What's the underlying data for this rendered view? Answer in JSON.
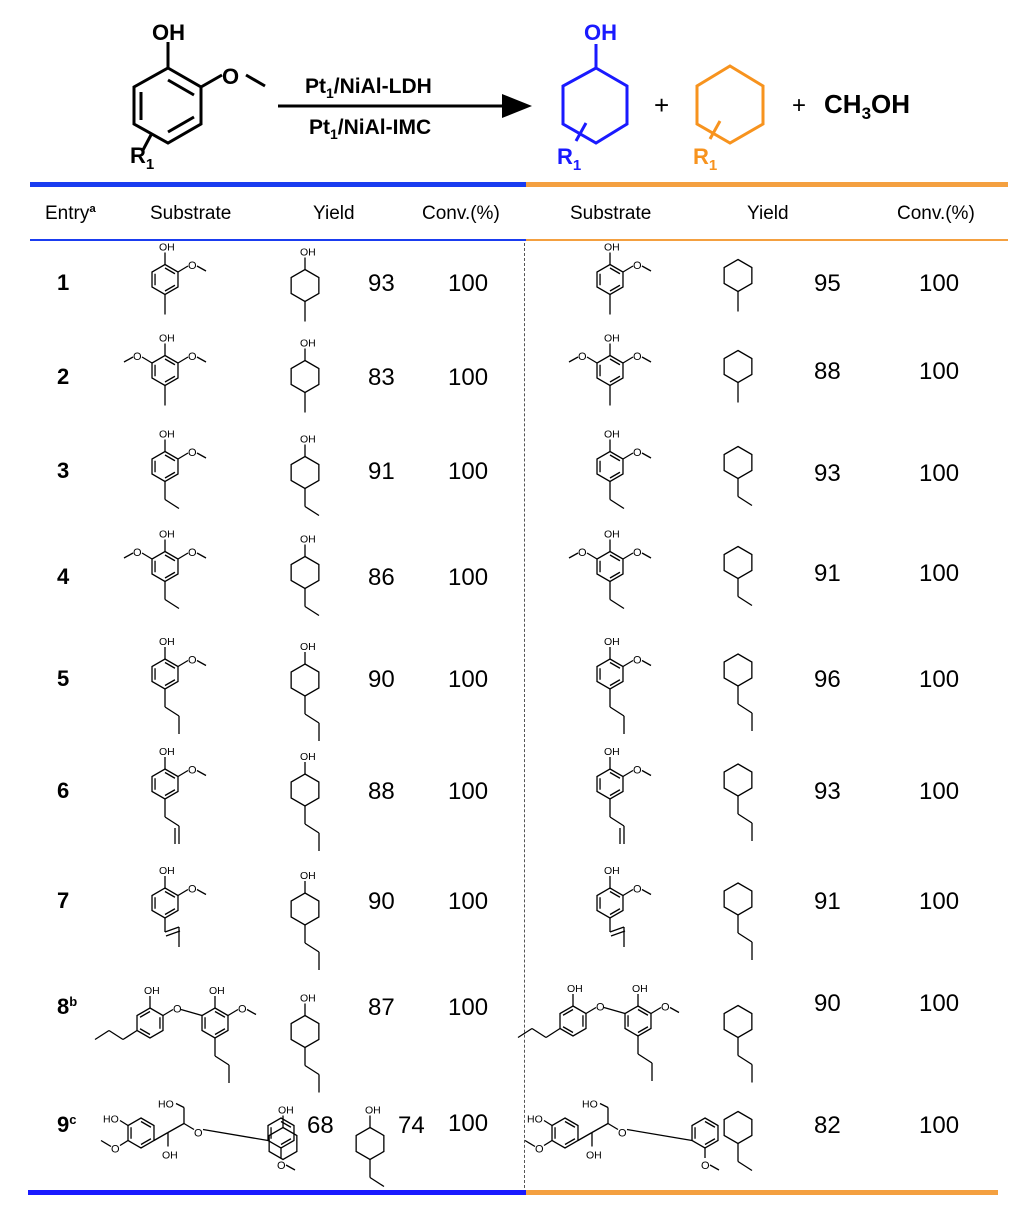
{
  "scheme": {
    "reactant": {
      "label_oh": "OH",
      "label_r": "R",
      "label_r_sub": "1"
    },
    "catalyst_1": {
      "prefix": "Pt",
      "sub": "1",
      "suffix": "/NiAl-LDH"
    },
    "catalyst_2": {
      "prefix": "Pt",
      "sub": "1",
      "suffix": "/NiAl-IMC"
    },
    "product_1": {
      "label_oh": "OH",
      "label_r": "R",
      "label_r_sub": "1",
      "color": "#1a1aff"
    },
    "product_2": {
      "label_r": "R",
      "label_r_sub": "1",
      "color": "#f7931e"
    },
    "plus": "+",
    "byproduct": {
      "prefix": "CH",
      "sub": "3",
      "suffix": "OH"
    }
  },
  "colors": {
    "left_rule": "#1a3cf0",
    "right_rule": "#f4a040"
  },
  "table": {
    "headers_left": {
      "entry": "Entry",
      "entry_sup": "a",
      "substrate": "Substrate",
      "yield": "Yield",
      "conv": "Conv.(%)"
    },
    "headers_right": {
      "substrate": "Substrate",
      "yield": "Yield",
      "conv": "Conv.(%)"
    },
    "rows": [
      {
        "entry": "1",
        "sup": "",
        "substrate": "4-methylguaiacol",
        "left_product": "4-methylcyclohexanol",
        "left_yield": "93",
        "left_conv": "100",
        "right_product": "methylcyclohexane",
        "right_yield": "95",
        "right_conv": "100"
      },
      {
        "entry": "2",
        "sup": "",
        "substrate": "4-methylsyringol",
        "left_product": "4-methylcyclohexanol",
        "left_yield": "83",
        "left_conv": "100",
        "right_product": "methylcyclohexane",
        "right_yield": "88",
        "right_conv": "100"
      },
      {
        "entry": "3",
        "sup": "",
        "substrate": "4-ethylguaiacol",
        "left_product": "4-ethylcyclohexanol",
        "left_yield": "91",
        "left_conv": "100",
        "right_product": "ethylcyclohexane",
        "right_yield": "93",
        "right_conv": "100"
      },
      {
        "entry": "4",
        "sup": "",
        "substrate": "4-ethylsyringol",
        "left_product": "4-ethylcyclohexanol",
        "left_yield": "86",
        "left_conv": "100",
        "right_product": "ethylcyclohexane",
        "right_yield": "91",
        "right_conv": "100"
      },
      {
        "entry": "5",
        "sup": "",
        "substrate": "4-propylguaiacol",
        "left_product": "4-propylcyclohexanol",
        "left_yield": "90",
        "left_conv": "100",
        "right_product": "propylcyclohexane",
        "right_yield": "96",
        "right_conv": "100"
      },
      {
        "entry": "6",
        "sup": "",
        "substrate": "eugenol",
        "left_product": "4-propylcyclohexanol",
        "left_yield": "88",
        "left_conv": "100",
        "right_product": "propylcyclohexane",
        "right_yield": "93",
        "right_conv": "100"
      },
      {
        "entry": "7",
        "sup": "",
        "substrate": "isoeugenol",
        "left_product": "4-propylcyclohexanol",
        "left_yield": "90",
        "left_conv": "100",
        "right_product": "propylcyclohexane",
        "right_yield": "91",
        "right_conv": "100"
      },
      {
        "entry": "8",
        "sup": "b",
        "substrate": "4-O-5 dimer",
        "left_product": "4-propylcyclohexanol",
        "left_yield": "87",
        "left_conv": "100",
        "right_product": "propylcyclohexane",
        "right_yield": "90",
        "right_conv": "100"
      },
      {
        "entry": "9",
        "sup": "c",
        "substrate": "beta-O-4 model",
        "left_product": "cyclohexanol + 4-ethylcyclohexanol",
        "left_yield": "68",
        "left_yield_2": "74",
        "left_conv": "100",
        "right_product": "ethylcyclohexane",
        "right_yield": "82",
        "right_conv": "100"
      }
    ]
  },
  "molecule_labels": {
    "oh": "OH",
    "ho": "HO",
    "o": "O"
  }
}
